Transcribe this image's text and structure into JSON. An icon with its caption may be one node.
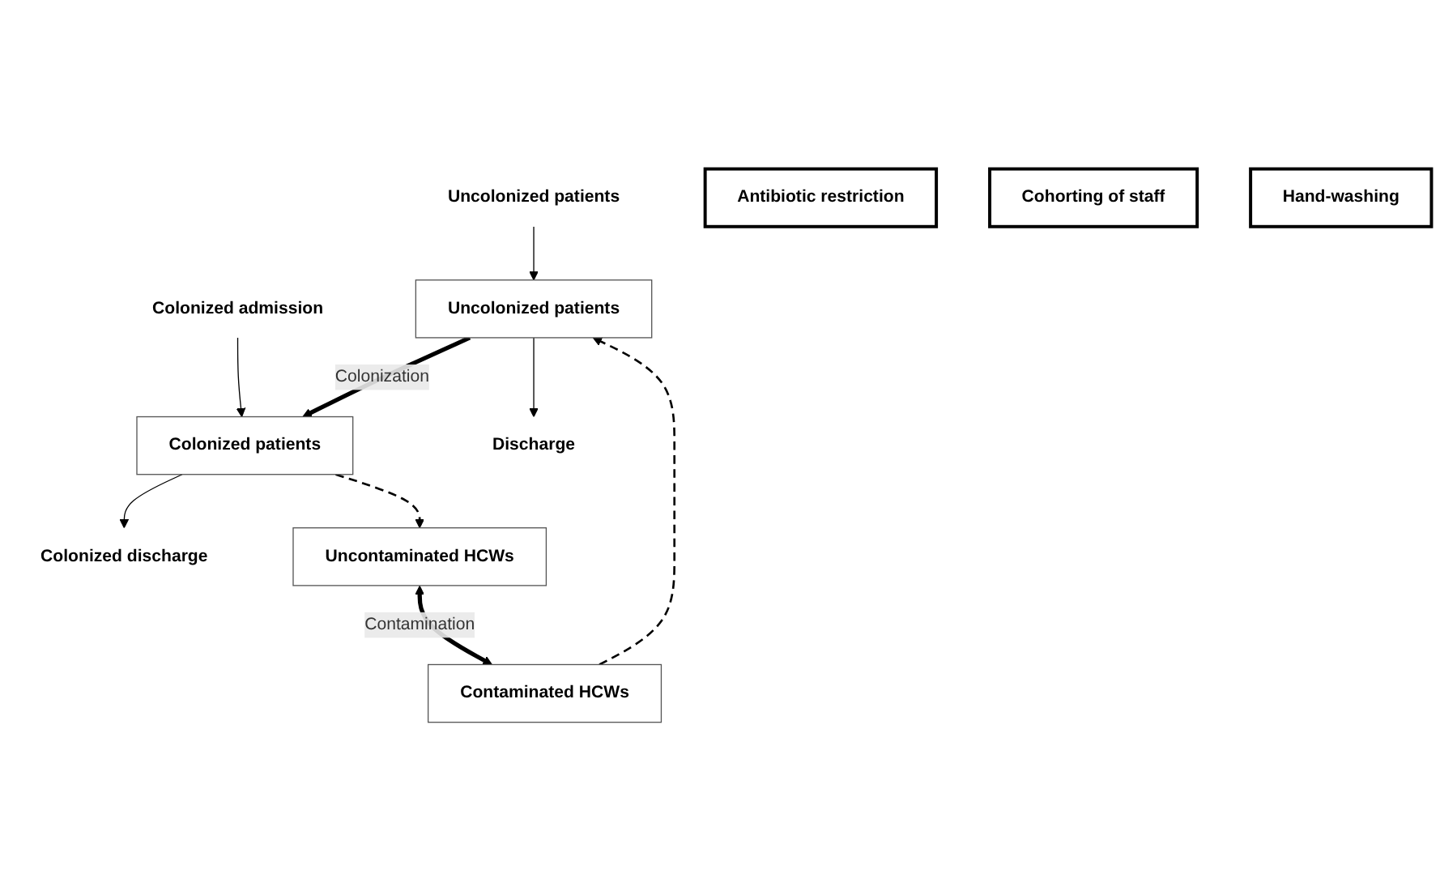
{
  "diagram": {
    "nodes": [
      {
        "text": [
          "Uncolonized patients"
        ]
      },
      {
        "text": [
          "Colonized admission"
        ]
      },
      {
        "text": [
          "Uncolonized patients"
        ]
      },
      {
        "text": [
          "Colonized patients"
        ]
      },
      {
        "text": [
          "Antibiotic restriction"
        ]
      },
      {
        "text": [
          "Cohorting of staff"
        ]
      },
      {
        "text": [
          "Discharge"
        ]
      },
      {
        "text": [
          "Colonized discharge"
        ]
      },
      {
        "text": [
          "Uncontaminated HCWs"
        ]
      },
      {
        "text": [
          "Contaminated HCWs"
        ]
      },
      {
        "text": [
          "Hand-washing"
        ]
      }
    ],
    "edges": [
      {
        "from": 0,
        "to": 2,
        "arrow": "to"
      },
      {
        "from": 1,
        "to": 3,
        "arrow": "to"
      },
      {
        "from": 2,
        "to": 3,
        "arrow": "to",
        "label": "Colonization",
        "style": "thick"
      },
      {
        "from": 2,
        "to": 6,
        "arrow": "to"
      },
      {
        "from": 3,
        "to": 7,
        "arrow": "to"
      },
      {
        "from": 9,
        "to": 2,
        "arrow": "to",
        "style": "dashed"
      },
      {
        "from": 3,
        "to": 8,
        "arrow": "to",
        "style": "dashed"
      },
      {
        "from": 8,
        "to": 9,
        "arrow": "both",
        "label": "Contamination",
        "style": "thick"
      }
    ]
  }
}
